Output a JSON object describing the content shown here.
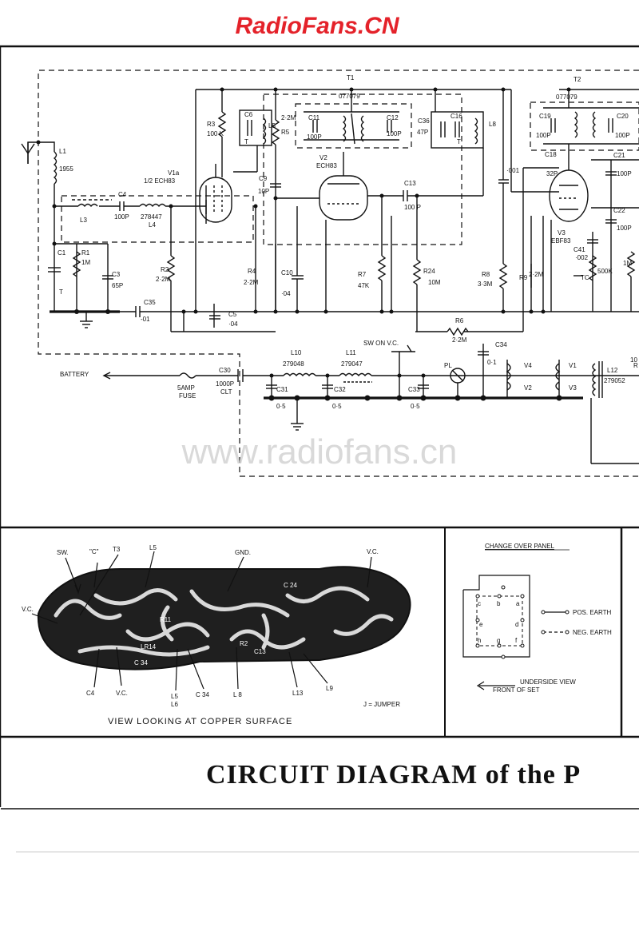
{
  "watermark_top": "RadioFans.CN",
  "watermark_mid": "www.radiofans.cn",
  "title": "CIRCUIT DIAGRAM of the P",
  "schematic": {
    "labels": {
      "L1": "L1",
      "L1v": "1955",
      "L3": "L3",
      "C4": "C4",
      "C4v": "100P",
      "L4v": "278447",
      "L4": "L4",
      "V1a": "V1a",
      "V1av": "1/2 ECH83",
      "C1": "C1",
      "T": "T",
      "R1": "R1",
      "R1v": "1M",
      "C3": "C3",
      "C3v": "65P",
      "C35": "C35",
      "C35v": "-01",
      "R2": "R2",
      "R2v": "2·2M",
      "R3": "R3",
      "R3v": "100 K",
      "C6": "C6",
      "L5": "L5",
      "R5": "R5",
      "R5v": "2·2M",
      "C9": "C9",
      "C9v": "10P",
      "R4": "R4",
      "R4v": "2·2M",
      "C10": "C10",
      "C10v": "·04",
      "C5": "C5",
      "C5v": "·04",
      "T1": "T1",
      "T1v": "077079",
      "C11": "C11",
      "C11v": "100P",
      "C12": "C12",
      "C12v": "100P",
      "V2": "V2",
      "V2v": "ECH83",
      "C13": "C13",
      "C13v": "100 P",
      "R7": "R7",
      "R7v": "47K",
      "R24": "R24",
      "R24v": "10M",
      "C36": "C36",
      "C36v": "47P",
      "C16": "C16",
      "L8": "L8",
      "C001": "·001",
      "R8": "R8",
      "R8v": "3·3M",
      "R6": "R6",
      "R6v": "2·2M",
      "T2": "T2",
      "T2v": "077079",
      "C19": "C19",
      "C19v": "100P",
      "C20": "C20",
      "C20v": "100P",
      "C18": "C18",
      "C18v": "32P",
      "C21": "C21",
      "C21v": "100P",
      "C22": "C22",
      "C22v": "100P",
      "V3": "V3",
      "V3v": "EBF83",
      "C41": "C41",
      "C41v": "·002",
      "R9": "R9",
      "R9v": "2·2M",
      "TC": "TC",
      "R500": "500K",
      "R1M": "1M",
      "SWON": "SW ON V.C.",
      "C34": "C34",
      "C34v": "0·1",
      "L10": "L10",
      "L10v": "279048",
      "L11": "L11",
      "L11v": "279047",
      "BATTERY": "BATTERY",
      "FUSE1": "5AMP",
      "FUSE2": "FUSE",
      "C30": "C30",
      "C30v": "1000P",
      "CLT": "CLT",
      "C31": "C31",
      "C31v": "0·5",
      "C32": "C32",
      "C32v": "0·5",
      "C33": "C33",
      "C33v": "0·5",
      "PL": "PL",
      "V4": "V4",
      "V1": "V1",
      "V2b": "V2",
      "V3b": "V3",
      "L12": "L12",
      "L12v": "279052",
      "R": "R",
      "RV": "10"
    }
  },
  "board": {
    "caption": "VIEW LOOKING AT COPPER SURFACE",
    "jumper": "J = JUMPER",
    "labels": {
      "SW": "SW.",
      "C": "\"C\"",
      "T3": "T3",
      "L5": "L5",
      "GND": "GND.",
      "VC1": "V.C.",
      "VC2": "V.C.",
      "VC3": "V.C.",
      "C4": "C4",
      "L5b": "L5",
      "L6": "L6",
      "C34": "C 34",
      "L8": "L 8",
      "L13": "L13",
      "L9": "L9",
      "C24": "C 24",
      "C34b": "C 34",
      "LR14": "LR14",
      "R2": "R2",
      "C13": "C13",
      "R11": "R11"
    }
  },
  "panel": {
    "title": "CHANGE OVER PANEL",
    "pos": "POS. EARTH",
    "neg": "NEG. EARTH",
    "under1": "UNDERSIDE VIEW",
    "under2": "FRONT OF SET",
    "pins": [
      "c",
      "b",
      "a",
      "e",
      "d",
      "h",
      "g",
      "f"
    ]
  }
}
